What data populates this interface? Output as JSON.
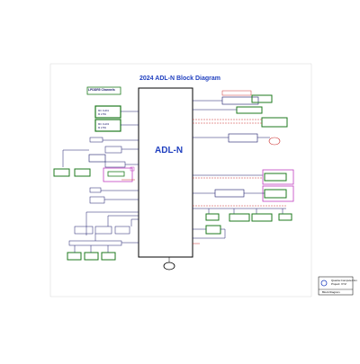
{
  "diagram": {
    "title": "2024 ADL-N Block Diagram",
    "chip": "ADL-N",
    "memory_label": "LPDDR5 Channels",
    "title_block": {
      "company": "Quanta Computer Inc.",
      "project": "Project: XYZ",
      "sheet": "Block Diagram"
    }
  },
  "colors": {
    "title": "#1f3fbf",
    "box_green": "#1e7a1e",
    "box_magenta": "#c040c0",
    "box_navy": "#1a1a6a",
    "bus_red": "#cc3333",
    "chip_fill": "#ffffff"
  }
}
